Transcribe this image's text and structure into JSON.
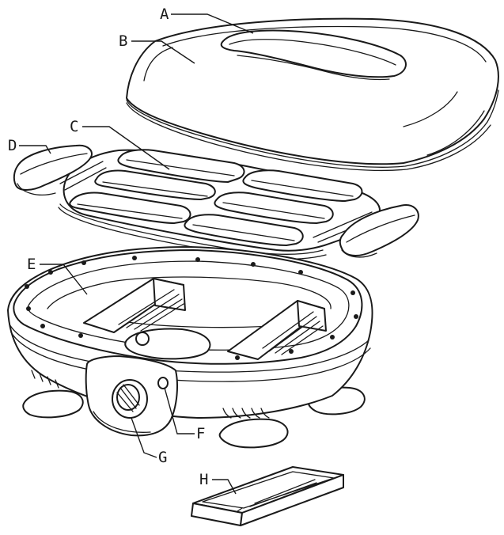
{
  "labels": {
    "A": "A",
    "B": "B",
    "C": "C",
    "D": "D",
    "E": "E",
    "F": "F",
    "G": "G",
    "H": "H"
  },
  "colors": {
    "line": "#1a1a1a",
    "background": "#ffffff"
  }
}
